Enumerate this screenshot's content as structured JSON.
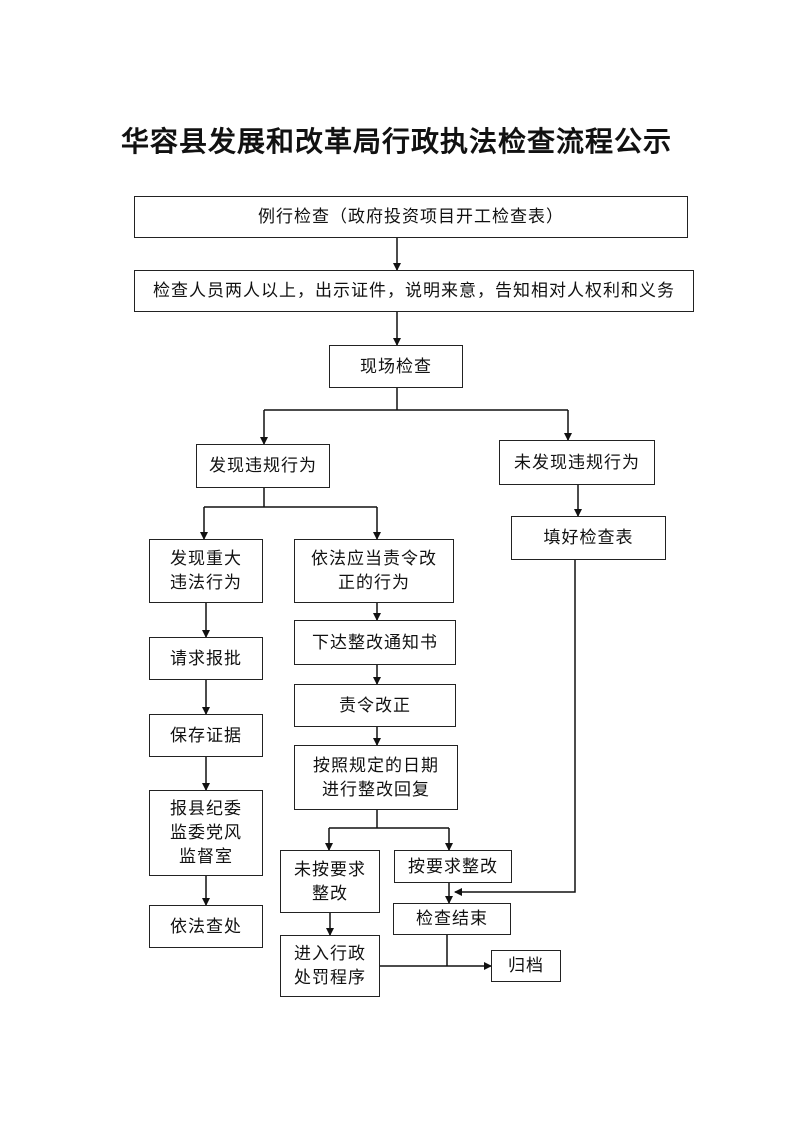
{
  "title": "华容县发展和改革局行政执法检查流程公示",
  "steps": {
    "routine": "例行检查（政府投资项目开工检查表）",
    "inspectors": "检查人员两人以上，出示证件，说明来意，告知相对人权利和义务",
    "onsite": "现场检查",
    "found": "发现违规行为",
    "not_found": "未发现违规行为",
    "fill_form": "填好检查表",
    "major_l1": "发现重大",
    "major_l2": "违法行为",
    "correct_l1": "依法应当责令改",
    "correct_l2": "正的行为",
    "request": "请求报批",
    "notice": "下达整改通知书",
    "preserve": "保存证据",
    "order_fix": "责令改正",
    "report_l1": "报县纪委",
    "report_l2": "监委党风",
    "report_l3": "监督室",
    "reply_l1": "按照规定的日期",
    "reply_l2": "进行整改回复",
    "not_fixed_l1": "未按要求",
    "not_fixed_l2": "整改",
    "fixed": "按要求整改",
    "check_end": "检查结束",
    "handle": "依法查处",
    "penalty_l1": "进入行政",
    "penalty_l2": "处罚程序",
    "archive": "归档"
  }
}
